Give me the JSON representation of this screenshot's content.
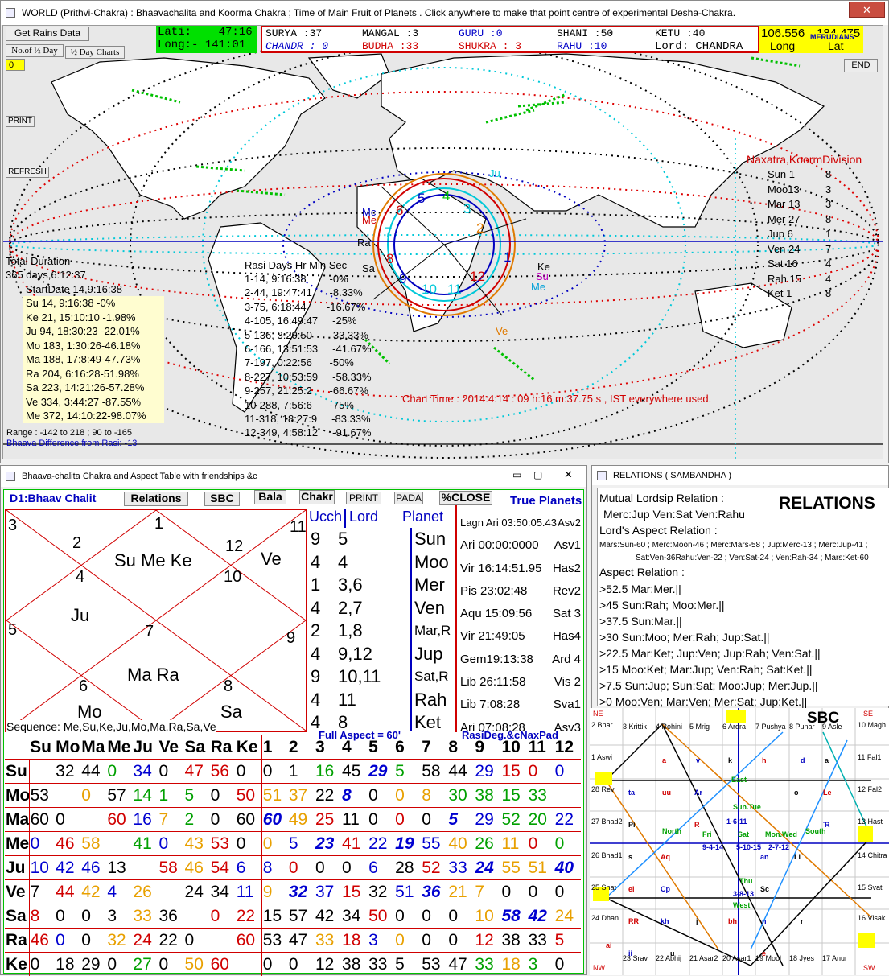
{
  "world": {
    "title": "WORLD (Prithvi-Chakra)  : Bhaavachalita and Koorma Chakra ; Time of Main Fruit of Planets .        Click anywhere to make that point centre of experimental Desha-Chakra.",
    "close": "✕",
    "get_rains": "Get Rains Data",
    "half_day": "No.of ½ Day",
    "half_day_charts": "½ Day Charts",
    "half_day_value": "0",
    "print": "PRINT",
    "refresh": "REFRESH",
    "end": "END",
    "lat_label": "Lati:",
    "lat_value": "47:16",
    "long_label": "Long:-",
    "long_value": "141:01",
    "planets": [
      {
        "t": "SURYA  :37",
        "c": "#000"
      },
      {
        "t": "MANGAL :3",
        "c": "#000"
      },
      {
        "t": "GURU   :0",
        "c": "#0000c8"
      },
      {
        "t": "SHANI  :50",
        "c": "#000"
      },
      {
        "t": "KETU  :40",
        "c": "#000"
      },
      {
        "t": "CHANDR : 0",
        "c": "#0000c8"
      },
      {
        "t": "BUDHA  :33",
        "c": "#d00000"
      },
      {
        "t": "SHUKRA : 3",
        "c": "#d00000"
      },
      {
        "t": "RAHU  :10",
        "c": "#0000c8"
      },
      {
        "t": "Lord: CHANDRA",
        "c": "#000"
      }
    ],
    "mer_long": "106.556",
    "mer_lat": "184.475",
    "mer_long_label": "Long",
    "mer_lat_label": "Lat",
    "mer_label": "MERUDIANS",
    "naxatra_title": "Naxatra,KoormDivision",
    "naxatra": [
      [
        "Sun 1",
        "8"
      ],
      [
        "Moo13",
        "3"
      ],
      [
        "Mar 13",
        "3"
      ],
      [
        "Mer 27",
        "8"
      ],
      [
        "Jup 6",
        "1"
      ],
      [
        "Ven 24",
        "7"
      ],
      [
        "Sat 16",
        "4"
      ],
      [
        "Rah 15",
        "4"
      ],
      [
        "Ket 1",
        "8"
      ]
    ],
    "total_duration": "Total Duration",
    "duration_value": "365 days,6:12:37",
    "start_date": "StartDate 14,9:16:38",
    "periods": [
      "Su 14, 9:16:38     -0%",
      "Ke 21, 15:10:10 -1.98%",
      "Ju 94, 18:30:23 -22.01%",
      "Mo 183, 1:30:26-46.18%",
      "Ma 188, 17:8:49-47.73%",
      "Ra 204, 6:16:28-51.98%",
      "Sa 223, 14:21:26-57.28%",
      "Ve 334, 3:44:27 -87.55%",
      "Me 372, 14:10:22-98.07%"
    ],
    "rasi_header": "Rasi Days Hr Min Sec",
    "rasi": [
      "1-14, 9:16:38        -0%",
      "2-44, 19:47:41      -8.33%",
      "3-75, 6:18:44       -16.67%",
      "4-105, 16:49:47     -25%",
      "5-136, 3:20:50      -33.33%",
      "6-166, 13:51:53     -41.67%",
      "7-197, 0:22:56      -50%",
      "8-227, 10:53:59     -58.33%",
      "9-257, 21:25:2      -66.67%",
      "10-288, 7:56:6      -75%",
      "11-318, 18:27:9     -83.33%",
      "12-349, 4:58:12     -91.67%"
    ],
    "chart_time": "Chart Time : 2014:4:14 : 09 h:16 m:37.75 s , IST everywhere used.",
    "range": "Range : -142 to 218 ; 90 to -165",
    "bhaava_diff": "Bhaava Difference from Rasi: -13",
    "map_labels": {
      "mc": "Mc",
      "me": "Me",
      "sa": "Sa",
      "ra": "Ra",
      "ke": "Ke",
      "su": "Su",
      "me2": "Me",
      "ju": "Ju",
      "ve": "Ve",
      "h1": "1",
      "h2": "2",
      "h3": "3",
      "h4": "4",
      "h5": "5",
      "h6": "6",
      "h7": "7",
      "h8": "8",
      "h9": "9",
      "h10": "10",
      "h11": "11",
      "h12": "12"
    }
  },
  "bhaav": {
    "title": "Bhaava-chalita Chakra and Aspect Table with friendships &c",
    "d1": "D1:Bhaav Chalit",
    "btn_relations": "Relations",
    "btn_sbc": "SBC",
    "btn_bala": "Bala",
    "btn_chakr": "Chakr",
    "btn_print": "PRINT",
    "btn_pada": "PADA",
    "btn_close": "%CLOSE",
    "true_planets": "True Planets",
    "houses": {
      "h1": "1",
      "h2": "2",
      "h3": "3",
      "h4": "4",
      "h5": "5",
      "h6": "6",
      "h7": "7",
      "h8": "8",
      "h9": "9",
      "h10": "10",
      "h11": "11",
      "h12": "12"
    },
    "house_planets": {
      "h1": "Su Me Ke",
      "h10": "Ve",
      "h4": "Ju",
      "h7": "Ma Ra",
      "h6": "Mo",
      "h8": "Sa"
    },
    "sequence": "Sequence: Me,Su,Ke,Ju,Mo,Ma,Ra,Sa,Ve",
    "ucch_header": "Ucch",
    "lord_header": "Lord",
    "planet_header": "Planet",
    "ucch": [
      "9",
      "4",
      "1",
      "4",
      "2",
      "4",
      "9",
      "4",
      "4"
    ],
    "lord": [
      "5",
      "4",
      "3,6",
      "2,7",
      "1,8",
      "9,12",
      "10,11",
      "11",
      "8"
    ],
    "planet_names": [
      "Sun",
      "Moo",
      "Mer",
      "Ven",
      "Mar,R",
      "Jup",
      "Sat,R",
      "Rah",
      "Ket"
    ],
    "positions": [
      [
        "Lagn Ari 03:50:05.43",
        "Asv2"
      ],
      [
        "Ari  00:00:0000",
        "Asv1"
      ],
      [
        "Vir  16:14:51.95",
        "Has2"
      ],
      [
        "Pis  23:02:48",
        "Rev2"
      ],
      [
        "Aqu 15:09:56",
        "Sat 3"
      ],
      [
        "Vir  21:49:05",
        "Has4"
      ],
      [
        "Gem19:13:38",
        "Ard 4"
      ],
      [
        "Lib  26:11:58",
        "Vis 2"
      ],
      [
        "Lib  7:08:28",
        "Sva1"
      ],
      [
        "Ari  07:08:28",
        "Asv3"
      ]
    ],
    "full_aspect": "Full Aspect = 60'",
    "rasideg": "RasiDeg.&cNaxPad",
    "aspect_cols": [
      "Su",
      "Mo",
      "Ma",
      "Me",
      "Ju",
      "Ve",
      "Sa",
      "Ra",
      "Ke"
    ],
    "rasi_cols": [
      "1",
      "2",
      "3",
      "4",
      "5",
      "6",
      "7",
      "8",
      "9",
      "10",
      "11",
      "12"
    ],
    "aspect_rows": [
      {
        "p": "Su",
        "a": [
          [
            "",
            ""
          ],
          [
            "32",
            "k"
          ],
          [
            "44",
            "k"
          ],
          [
            "0",
            "g"
          ],
          [
            "34",
            "b"
          ],
          [
            "0",
            "k"
          ],
          [
            "47",
            "r"
          ],
          [
            "56",
            "r"
          ],
          [
            "0",
            "k"
          ]
        ],
        "r": [
          [
            "0",
            "k"
          ],
          [
            "1",
            "k"
          ],
          [
            "16",
            "g"
          ],
          [
            "45",
            "k"
          ],
          [
            "29",
            "bb"
          ],
          [
            "5",
            "g"
          ],
          [
            "58",
            "k"
          ],
          [
            "44",
            "k"
          ],
          [
            "29",
            "b"
          ],
          [
            "15",
            "r"
          ],
          [
            "0",
            "r"
          ],
          [
            "0",
            "b"
          ]
        ]
      },
      {
        "p": "Mo",
        "a": [
          [
            "53",
            "k"
          ],
          [
            "",
            ""
          ],
          [
            "0",
            "o"
          ],
          [
            "57",
            "k"
          ],
          [
            "14",
            "g"
          ],
          [
            "1",
            "g"
          ],
          [
            "5",
            "g"
          ],
          [
            "0",
            "k"
          ],
          [
            "50",
            "r"
          ]
        ],
        "r": [
          [
            "51",
            "o"
          ],
          [
            "37",
            "o"
          ],
          [
            "22",
            "k"
          ],
          [
            "8",
            "bb"
          ],
          [
            "0",
            "k"
          ],
          [
            "0",
            "o"
          ],
          [
            "8",
            "o"
          ],
          [
            "30",
            "g"
          ],
          [
            "38",
            "g"
          ],
          [
            "15",
            "g"
          ],
          [
            "33",
            "g"
          ],
          [
            "",
            ""
          ]
        ]
      },
      {
        "p": "Ma",
        "a": [
          [
            "60",
            "k"
          ],
          [
            "0",
            "k"
          ],
          [
            "",
            ""
          ],
          [
            "60",
            "r"
          ],
          [
            "16",
            "b"
          ],
          [
            "7",
            "o"
          ],
          [
            "2",
            "g"
          ],
          [
            "0",
            "k"
          ],
          [
            "60",
            "k"
          ]
        ],
        "r": [
          [
            "60",
            "bb"
          ],
          [
            "49",
            "o"
          ],
          [
            "25",
            "r"
          ],
          [
            "11",
            "k"
          ],
          [
            "0",
            "k"
          ],
          [
            "0",
            "r"
          ],
          [
            "0",
            "k"
          ],
          [
            "5",
            "bb"
          ],
          [
            "29",
            "b"
          ],
          [
            "52",
            "g"
          ],
          [
            "20",
            "g"
          ],
          [
            "22",
            "b"
          ]
        ]
      },
      {
        "p": "Me",
        "a": [
          [
            "0",
            "b"
          ],
          [
            "46",
            "r"
          ],
          [
            "58",
            "o"
          ],
          [
            "",
            ""
          ],
          [
            "41",
            "g"
          ],
          [
            "0",
            "b"
          ],
          [
            "43",
            "o"
          ],
          [
            "53",
            "r"
          ],
          [
            "0",
            "k"
          ]
        ],
        "r": [
          [
            "0",
            "o"
          ],
          [
            "5",
            "b"
          ],
          [
            "23",
            "bb"
          ],
          [
            "41",
            "r"
          ],
          [
            "22",
            "b"
          ],
          [
            "19",
            "bb"
          ],
          [
            "55",
            "b"
          ],
          [
            "40",
            "o"
          ],
          [
            "26",
            "g"
          ],
          [
            "11",
            "o"
          ],
          [
            "0",
            "r"
          ],
          [
            "0",
            "g"
          ]
        ]
      },
      {
        "p": "Ju",
        "a": [
          [
            "10",
            "b"
          ],
          [
            "42",
            "b"
          ],
          [
            "46",
            "b"
          ],
          [
            "13",
            "k"
          ],
          [
            "",
            ""
          ],
          [
            "58",
            "r"
          ],
          [
            "46",
            "o"
          ],
          [
            "54",
            "r"
          ],
          [
            "6",
            "b"
          ]
        ],
        "r": [
          [
            "8",
            "b"
          ],
          [
            "0",
            "r"
          ],
          [
            "0",
            "k"
          ],
          [
            "0",
            "k"
          ],
          [
            "6",
            "b"
          ],
          [
            "28",
            "k"
          ],
          [
            "52",
            "r"
          ],
          [
            "33",
            "b"
          ],
          [
            "24",
            "bb"
          ],
          [
            "55",
            "o"
          ],
          [
            "51",
            "o"
          ],
          [
            "40",
            "bb"
          ]
        ]
      },
      {
        "p": "Ve",
        "a": [
          [
            "7",
            "k"
          ],
          [
            "44",
            "r"
          ],
          [
            "42",
            "o"
          ],
          [
            "4",
            "b"
          ],
          [
            "26",
            "o"
          ],
          [
            "",
            ""
          ],
          [
            "24",
            "k"
          ],
          [
            "34",
            "k"
          ],
          [
            "11",
            "b"
          ]
        ],
        "r": [
          [
            "9",
            "o"
          ],
          [
            "32",
            "bb"
          ],
          [
            "37",
            "b"
          ],
          [
            "15",
            "r"
          ],
          [
            "32",
            "k"
          ],
          [
            "51",
            "b"
          ],
          [
            "36",
            "bb"
          ],
          [
            "21",
            "o"
          ],
          [
            "7",
            "o"
          ],
          [
            "0",
            "k"
          ],
          [
            "0",
            "k"
          ],
          [
            "0",
            "k"
          ]
        ]
      },
      {
        "p": "Sa",
        "a": [
          [
            "8",
            "r"
          ],
          [
            "0",
            "k"
          ],
          [
            "0",
            "k"
          ],
          [
            "3",
            "k"
          ],
          [
            "33",
            "o"
          ],
          [
            "36",
            "k"
          ],
          [
            "",
            ""
          ],
          [
            "0",
            "r"
          ],
          [
            "22",
            "r"
          ]
        ],
        "r": [
          [
            "15",
            "k"
          ],
          [
            "57",
            "k"
          ],
          [
            "42",
            "k"
          ],
          [
            "34",
            "k"
          ],
          [
            "50",
            "r"
          ],
          [
            "0",
            "k"
          ],
          [
            "0",
            "k"
          ],
          [
            "0",
            "k"
          ],
          [
            "10",
            "o"
          ],
          [
            "58",
            "bb"
          ],
          [
            "42",
            "bb"
          ],
          [
            "24",
            "o"
          ]
        ]
      },
      {
        "p": "Ra",
        "a": [
          [
            "46",
            "r"
          ],
          [
            "0",
            "b"
          ],
          [
            "0",
            "k"
          ],
          [
            "32",
            "o"
          ],
          [
            "24",
            "r"
          ],
          [
            "22",
            "k"
          ],
          [
            "0",
            "k"
          ],
          [
            "",
            ""
          ],
          [
            "60",
            "r"
          ]
        ],
        "r": [
          [
            "53",
            "k"
          ],
          [
            "47",
            "k"
          ],
          [
            "33",
            "o"
          ],
          [
            "18",
            "r"
          ],
          [
            "3",
            "b"
          ],
          [
            "0",
            "o"
          ],
          [
            "0",
            "k"
          ],
          [
            "0",
            "k"
          ],
          [
            "12",
            "r"
          ],
          [
            "38",
            "k"
          ],
          [
            "33",
            "k"
          ],
          [
            "5",
            "r"
          ]
        ]
      },
      {
        "p": "Ke",
        "a": [
          [
            "0",
            "k"
          ],
          [
            "18",
            "k"
          ],
          [
            "29",
            "k"
          ],
          [
            "0",
            "k"
          ],
          [
            "27",
            "g"
          ],
          [
            "0",
            "k"
          ],
          [
            "50",
            "o"
          ],
          [
            "60",
            "r"
          ],
          [
            "",
            ""
          ]
        ],
        "r": [
          [
            "0",
            "k"
          ],
          [
            "0",
            "k"
          ],
          [
            "12",
            "k"
          ],
          [
            "38",
            "k"
          ],
          [
            "33",
            "k"
          ],
          [
            "5",
            "k"
          ],
          [
            "53",
            "k"
          ],
          [
            "47",
            "k"
          ],
          [
            "33",
            "g"
          ],
          [
            "18",
            "o"
          ],
          [
            "3",
            "g"
          ],
          [
            "0",
            "k"
          ]
        ]
      }
    ]
  },
  "relations": {
    "title": "RELATIONS  ( SAMBANDHA )",
    "big": "RELATIONS",
    "mutual_title": "Mutual Lordsip Relation :",
    "mutual": "Merc:Jup Ven:Sat Ven:Rahu",
    "lords_title": "Lord's Aspect Relation :",
    "lords1": "Mars:Sun-60 ; Merc:Moon-46 ; Merc:Mars-58 ; Jup:Merc-13 ; Merc:Jup-41 ;",
    "lords2": "Sat:Ven-36Rahu:Ven-22 ; Ven:Sat-24 ; Ven:Rah-34 ; Mars:Ket-60",
    "aspect_title": "Aspect Relation :",
    "aspects": [
      ">52.5 Mar:Mer.||",
      ">45 Sun:Rah; Moo:Mer.||",
      ">37.5 Sun:Mar.||",
      ">30 Sun:Moo; Mer:Rah; Jup:Sat.||",
      ">22.5 Mar:Ket; Jup:Ven; Jup:Rah; Ven:Sat.||",
      ">15 Moo:Ket; Mar:Jup; Ven:Rah; Sat:Ket.||",
      ">7.5 Sun:Jup; Sun:Sat; Moo:Jup; Mer:Jup.||",
      ">0 Moo:Ven; Mar:Ven; Mer:Sat; Jup:Ket.||"
    ]
  },
  "sbc": {
    "title": "SBC",
    "top": [
      "3 Krittik",
      "4 Rohini",
      "5 Mrig",
      "6 Ardra",
      "7 Pushya",
      "8 Punar",
      "9 Asle"
    ],
    "left": [
      "2 Bhar",
      "1 Aswi",
      "28 Rev",
      "27 Bhad2",
      "26 Bhad1",
      "25 Shat",
      "24 Dhan"
    ],
    "right": [
      "10 Magh",
      "11 Fal1",
      "12 Fal2",
      "13 Hast",
      "14 Chitra",
      "15 Svati",
      "16 Visak"
    ],
    "bottom": [
      "23 Srav",
      "22 Abhij",
      "21 Asar2",
      "20 Asar1",
      "19 Mool",
      "18 Jyes",
      "17 Anur"
    ],
    "corners": [
      "NE",
      "SE",
      "NW",
      "SW"
    ],
    "inner": [
      "North",
      "Fri",
      "Sat",
      "Mon.Wed",
      "South",
      "Thu",
      "Sun.Tue",
      "East",
      "West",
      "9-4-14",
      "5-10-15",
      "2-7-12",
      "3-8-13",
      "1-6-11"
    ],
    "letters": [
      "a",
      "v",
      "k",
      "h",
      "d",
      "a",
      "uu",
      "Ar",
      "o",
      "Le",
      "T",
      "Pi",
      "R",
      "R",
      "s",
      "Aq",
      "an",
      "Li",
      "el",
      "Cp",
      "Sc",
      "RR",
      "kh",
      "j",
      "bh",
      "n",
      "r",
      "ai",
      "ii",
      "u",
      "e",
      "ta"
    ]
  }
}
